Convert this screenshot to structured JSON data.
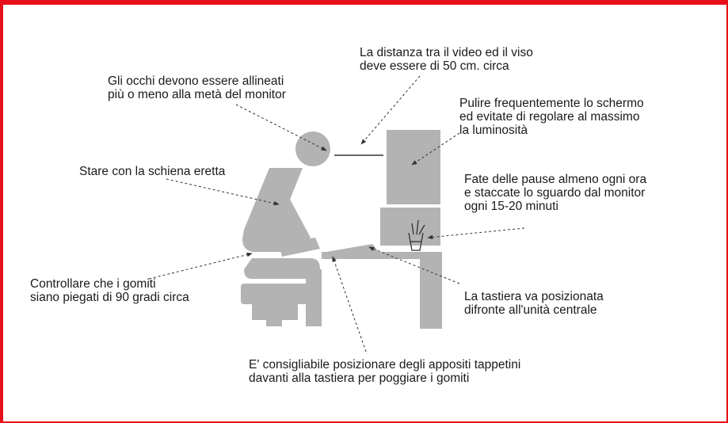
{
  "colors": {
    "border": "#e8101a",
    "figure": "#b3b3b3",
    "text": "#1a1a1a",
    "arrow": "#333333"
  },
  "annotations": {
    "distance": {
      "line1": "La distanza tra il video ed il viso",
      "line2": "deve essere di 50 cm. circa"
    },
    "eyes": {
      "line1": "Gli occhi devono essere allineati",
      "line2": "più o meno alla metà del monitor"
    },
    "screen": {
      "line1": "Pulire frequentemente lo schermo",
      "line2": "ed evitate di regolare al massimo",
      "line3": "la luminosità"
    },
    "back": {
      "line1": "Stare con la schiena eretta"
    },
    "pauses": {
      "line1": "Fate delle pause almeno ogni ora",
      "line2": "e staccate lo sguardo dal monitor",
      "line3": "ogni 15-20 minuti"
    },
    "elbows": {
      "line1": "Controllare che i gomiti",
      "line2": "siano piegati di 90 gradi circa"
    },
    "keyboard": {
      "line1": "La tastiera va posizionata",
      "line2": "difronte all'unità centrale"
    },
    "mats": {
      "line1": "E' consigliabile posizionare degli appositi tappetini",
      "line2": "davanti alla tastiera per poggiare i gomiti"
    }
  }
}
